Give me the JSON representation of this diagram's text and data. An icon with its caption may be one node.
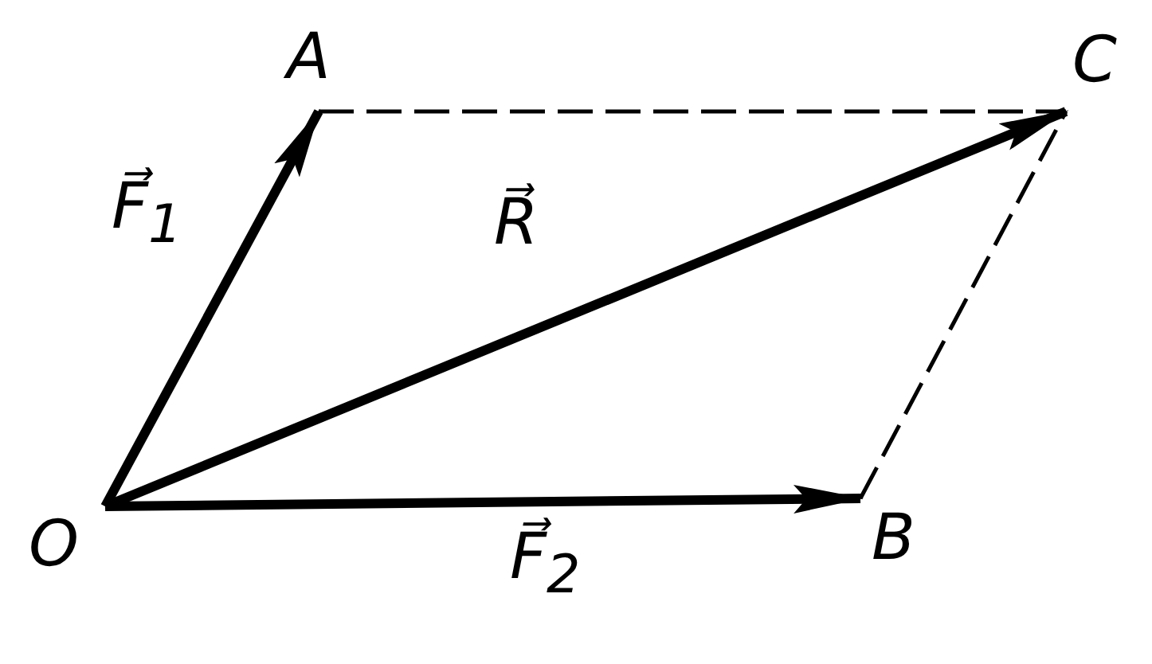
{
  "diagram": {
    "nodes": [
      {
        "text": [
          "A"
        ]
      },
      {
        "text": [
          "C"
        ]
      },
      {
        "text": [
          "O"
        ]
      },
      {
        "text": [
          "B"
        ]
      }
    ],
    "edges": [
      {
        "from": 2,
        "to": 0,
        "arrow": "to",
        "label": "F⃗$_{1}$"
      },
      {
        "from": 2,
        "to": 1,
        "arrow": "to",
        "label": "R⃗"
      },
      {
        "from": 2,
        "to": 3,
        "arrow": "to",
        "label": "F⃗$_{2}$"
      },
      {
        "from": 0,
        "to": 1,
        "arrow": "none",
        "style": "dashed"
      },
      {
        "from": 3,
        "to": 1,
        "arrow": "none",
        "style": "dashed"
      }
    ]
  }
}
